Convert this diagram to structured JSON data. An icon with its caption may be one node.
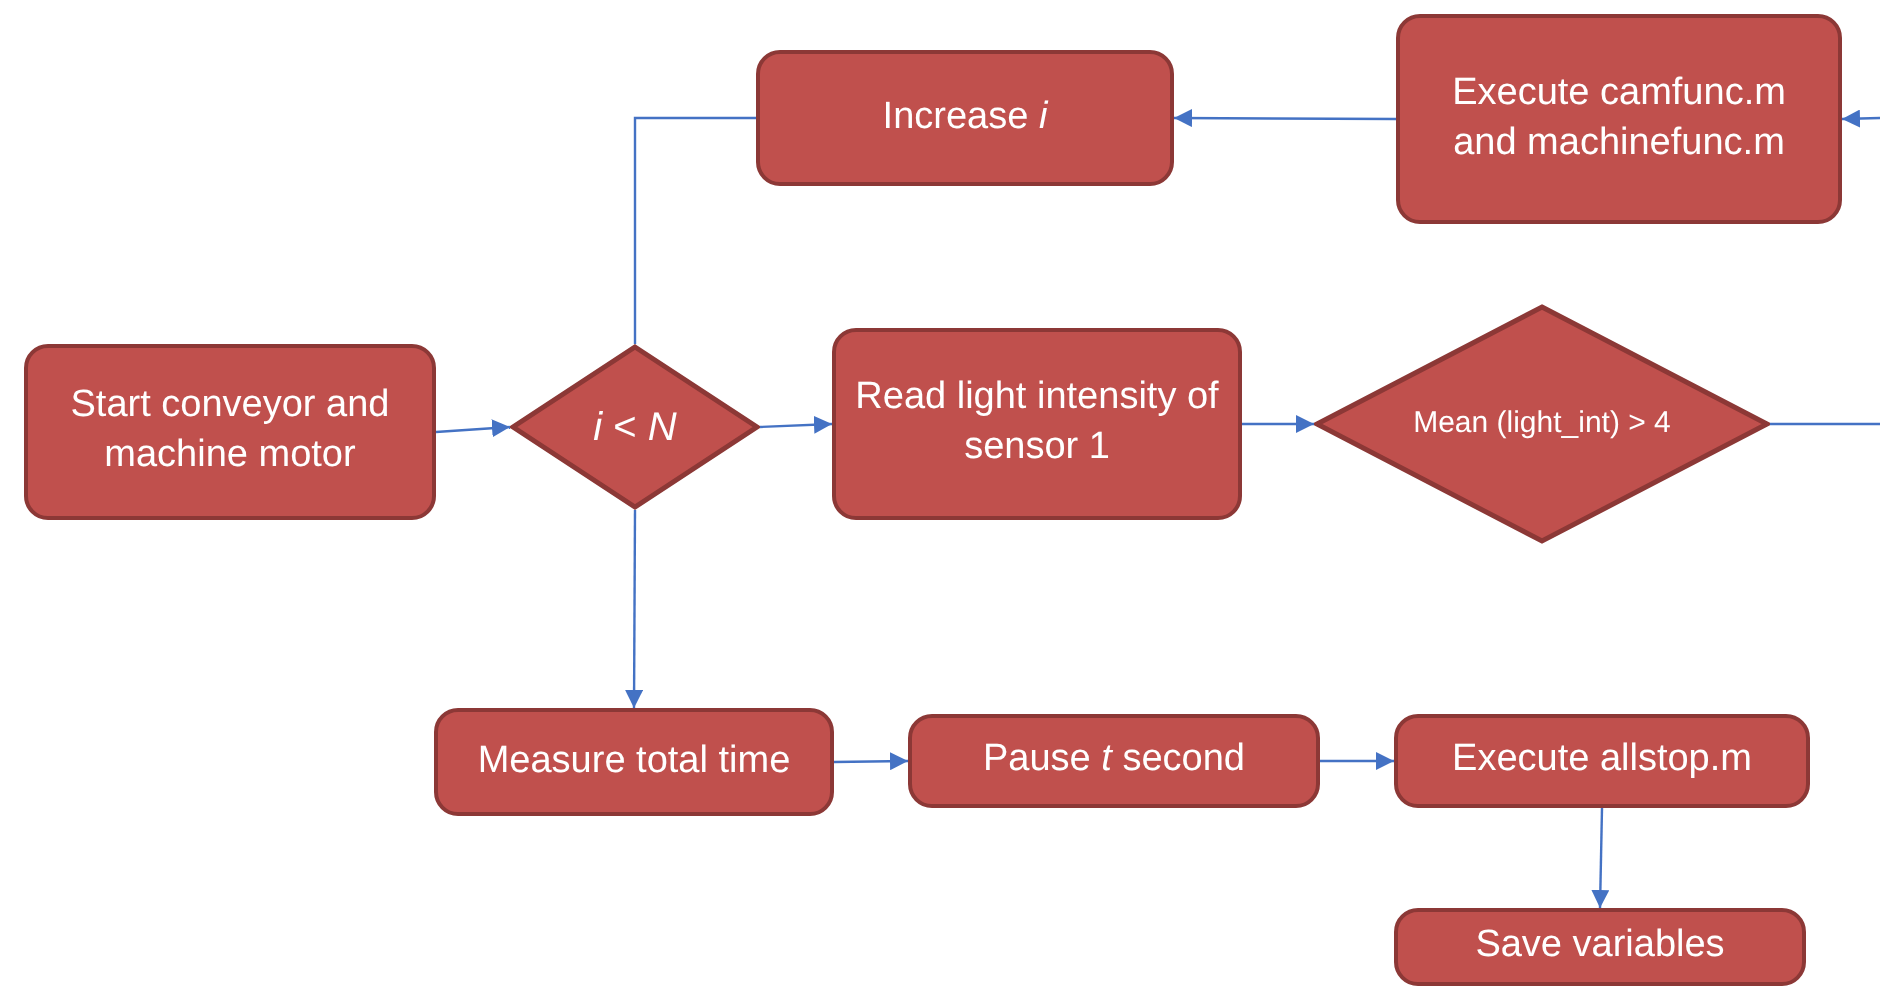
{
  "diagram": {
    "nodes": [
      {
        "text": [
          "Start conveyor and machine motor"
        ]
      },
      {
        "text": [
          "*i* < *N*"
        ]
      },
      {
        "text": [
          "Read light intensity of sensor 1"
        ]
      },
      {
        "text": [
          "Mean (light_int) > 4"
        ]
      },
      {
        "text": [
          "Increase *i*"
        ]
      },
      {
        "text": [
          "Execute camfunc.m and machinefunc.m"
        ]
      },
      {
        "text": [
          "Measure total time"
        ]
      },
      {
        "text": [
          "Pause *t* second"
        ]
      },
      {
        "text": [
          "Execute allstop.m"
        ]
      },
      {
        "text": [
          "Save variables"
        ]
      }
    ],
    "edges": [
      {
        "from": 0,
        "to": 1,
        "arrow": "to"
      },
      {
        "from": 1,
        "to": 2,
        "arrow": "to"
      },
      {
        "from": 2,
        "to": 3,
        "arrow": "to"
      },
      {
        "from": 3,
        "to": null,
        "arrow": "none"
      },
      {
        "from": null,
        "to": 5,
        "arrow": "to"
      },
      {
        "from": 5,
        "to": 4,
        "arrow": "to"
      },
      {
        "from": 4,
        "to": 1,
        "arrow": "none"
      },
      {
        "from": 1,
        "to": 6,
        "arrow": "to"
      },
      {
        "from": 6,
        "to": 7,
        "arrow": "to"
      },
      {
        "from": 7,
        "to": 8,
        "arrow": "to"
      },
      {
        "from": 8,
        "to": 9,
        "arrow": "to"
      }
    ]
  }
}
